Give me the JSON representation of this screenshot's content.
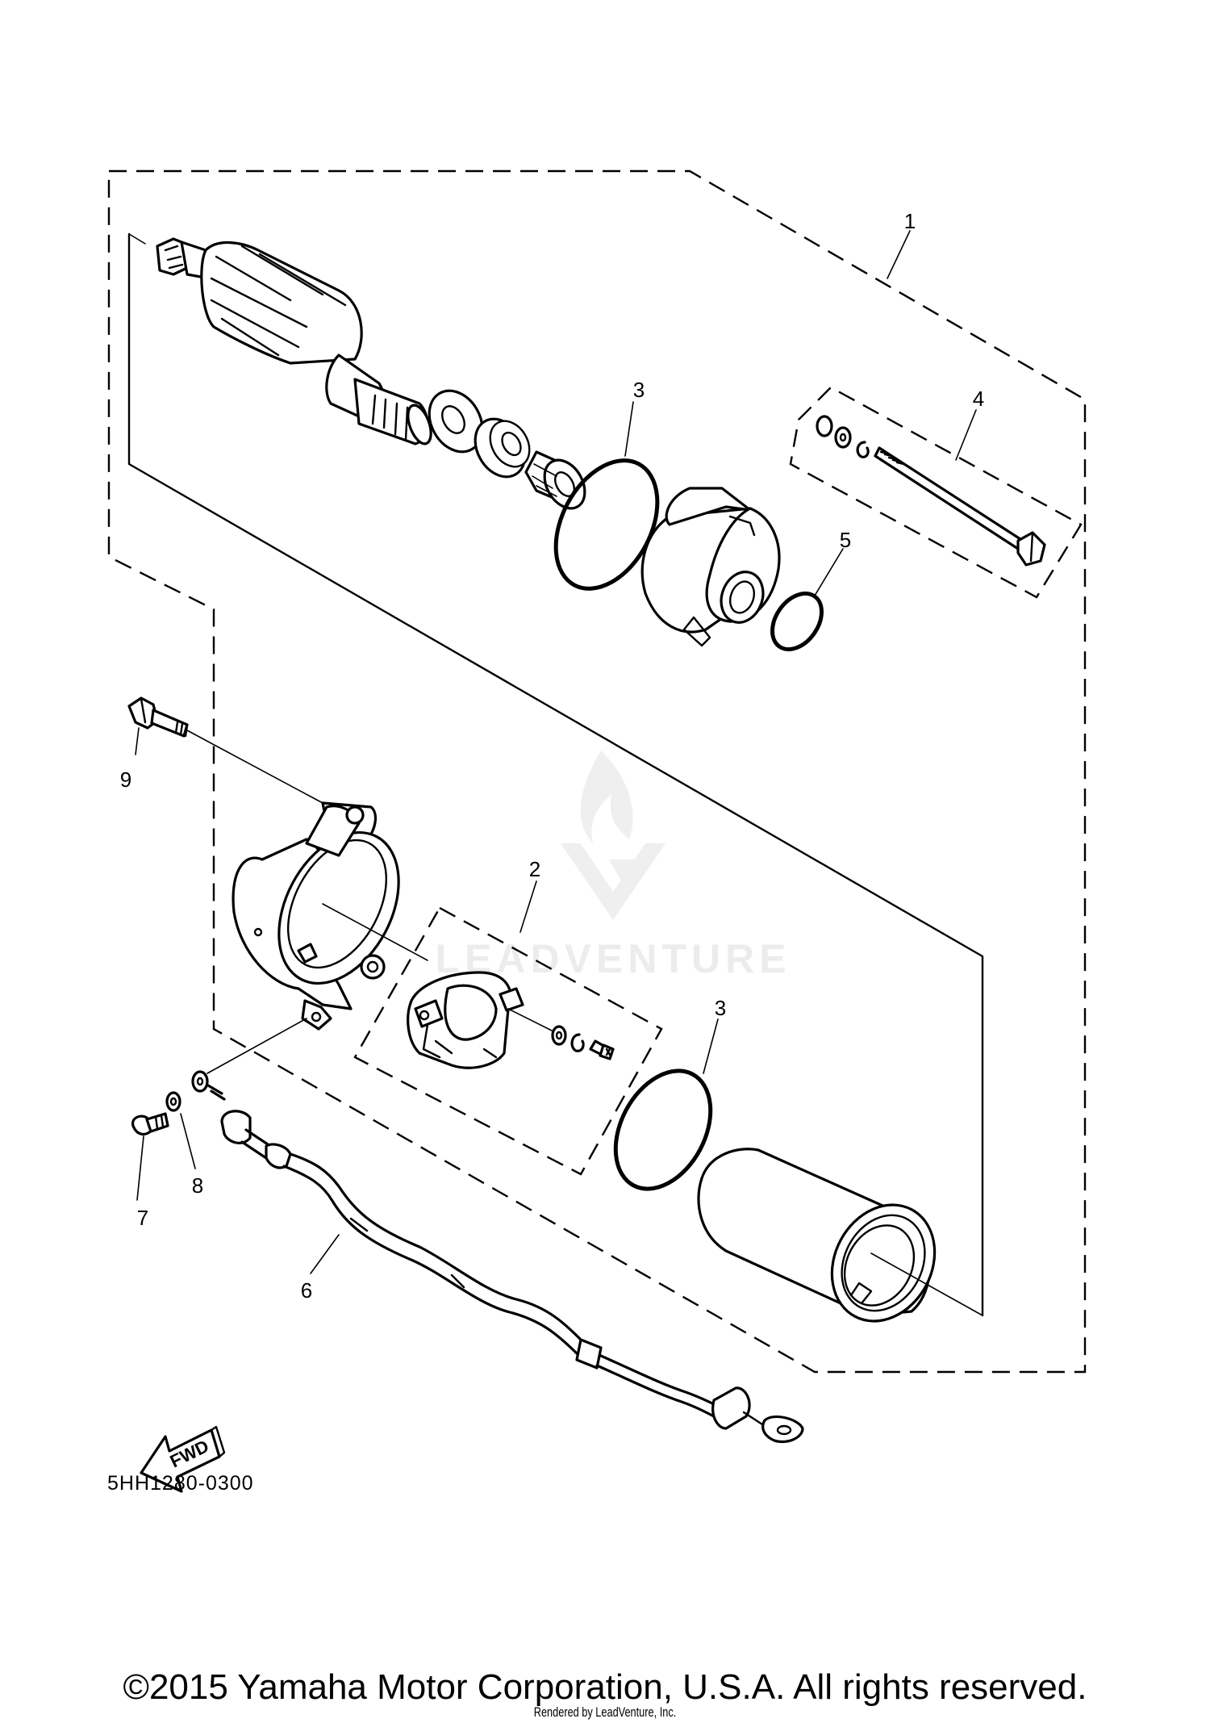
{
  "callouts": {
    "c1": "1",
    "c2": "2",
    "c3a": "3",
    "c3b": "3",
    "c4": "4",
    "c5": "5",
    "c6": "6",
    "c7": "7",
    "c8": "8",
    "c9": "9"
  },
  "fwd_label": "FWD",
  "diagram_code": "5HH1280-0300",
  "copyright": "©2015 Yamaha Motor Corporation, U.S.A. All rights reserved.",
  "rendered_by": "Rendered by LeadVenture, Inc.",
  "watermark": "LEADVENTURE"
}
